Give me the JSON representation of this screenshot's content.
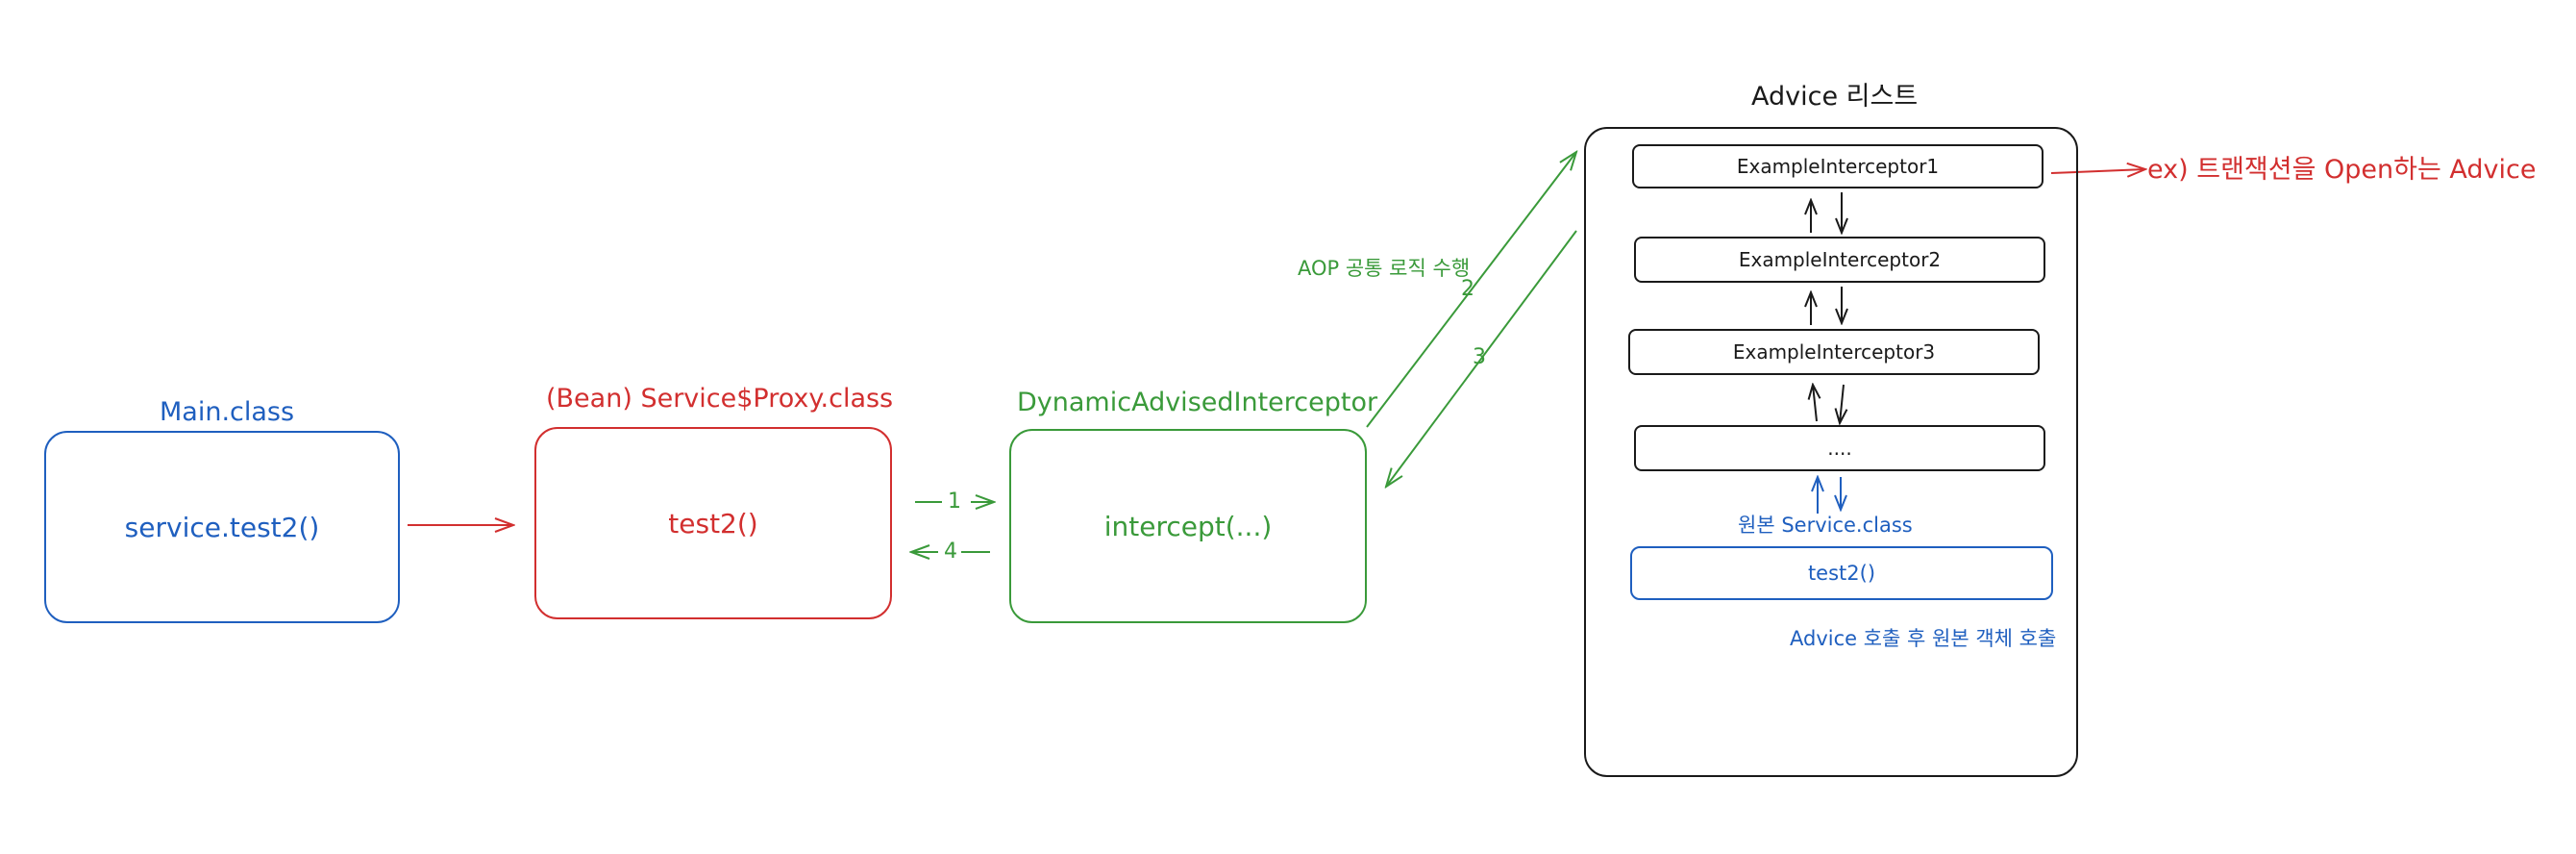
{
  "main": {
    "title": "Main.class",
    "call": "service.test2()"
  },
  "proxy": {
    "title": "(Bean) Service$Proxy.class",
    "method": "test2()"
  },
  "interceptor": {
    "title": "DynamicAdvisedInterceptor",
    "method": "intercept(...)"
  },
  "steps": {
    "s1": "1",
    "s2": "2",
    "s3": "3",
    "s4": "4",
    "aop_label": "AOP 공통 로직 수행"
  },
  "advice": {
    "title": "Advice 리스트",
    "items": [
      "ExampleInterceptor1",
      "ExampleInterceptor2",
      "ExampleInterceptor3",
      "...."
    ],
    "original_label": "원본 Service.class",
    "original_method": "test2()",
    "footer": "Advice 호출 후 원본 객체 호출",
    "example_note": "ex) 트랜잭션을 Open하는 Advice"
  },
  "colors": {
    "blue": "#1f5fbf",
    "red": "#d22f2f",
    "green": "#3a9a3a",
    "black": "#1a1a1a"
  }
}
